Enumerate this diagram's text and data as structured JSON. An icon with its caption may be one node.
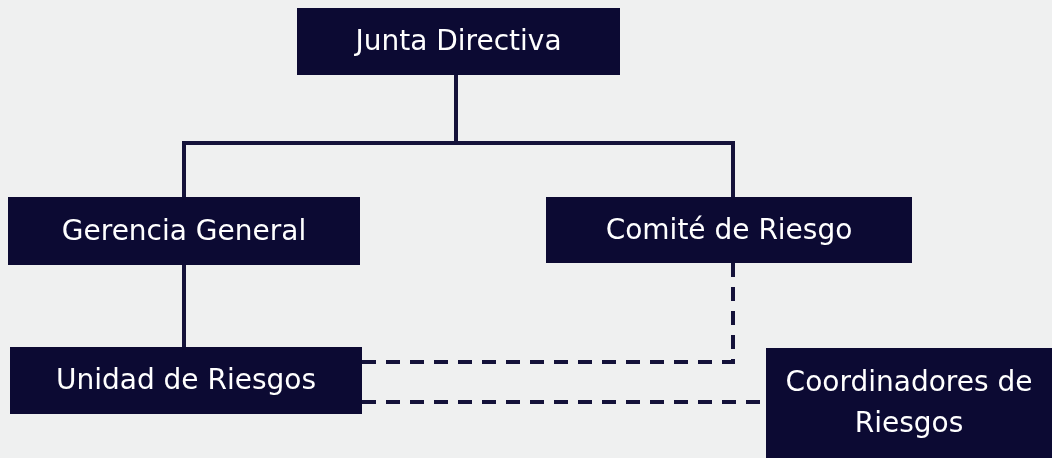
{
  "diagram": {
    "nodes": [
      {
        "text": [
          "Junta Directiva"
        ]
      },
      {
        "text": [
          "Gerencia General"
        ]
      },
      {
        "text": [
          "Comité de Riesgo"
        ]
      },
      {
        "text": [
          "Unidad de Riesgos"
        ]
      },
      {
        "text": [
          "Coordinadores de Riesgos"
        ]
      }
    ],
    "edges": [
      {
        "from": 0,
        "to": 1,
        "arrow": "none"
      },
      {
        "from": 0,
        "to": 2,
        "arrow": "none"
      },
      {
        "from": 1,
        "to": 3,
        "arrow": "none"
      },
      {
        "from": 2,
        "to": 3,
        "arrow": "none",
        "style": "dashed"
      },
      {
        "from": 3,
        "to": 4,
        "arrow": "none",
        "style": "dashed"
      }
    ]
  }
}
